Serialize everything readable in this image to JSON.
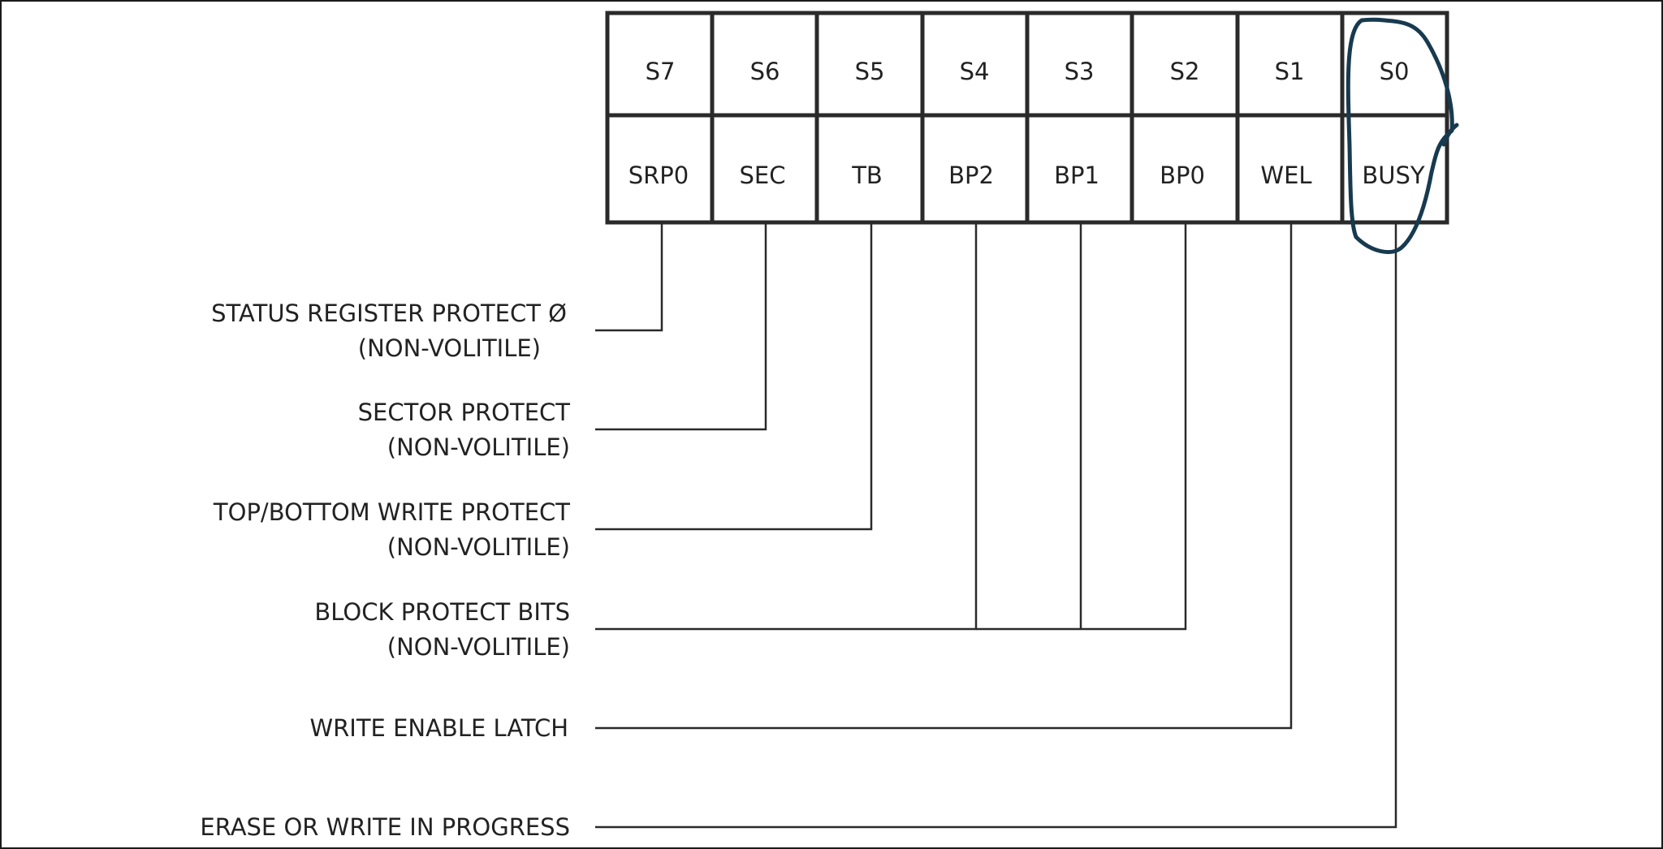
{
  "register": {
    "bit_names": [
      "S7",
      "S6",
      "S5",
      "S4",
      "S3",
      "S2",
      "S1",
      "S0"
    ],
    "field_names": [
      "SRP0",
      "SEC",
      "TB",
      "BP2",
      "BP1",
      "BP0",
      "WEL",
      "BUSY"
    ]
  },
  "descriptions": [
    {
      "line1": "STATUS REGISTER PROTECT Ø",
      "line2": "(NON-VOLITILE)",
      "bits": [
        "SRP0"
      ]
    },
    {
      "line1": "SECTOR PROTECT",
      "line2": "(NON-VOLITILE)",
      "bits": [
        "SEC"
      ]
    },
    {
      "line1": "TOP/BOTTOM WRITE PROTECT",
      "line2": "(NON-VOLITILE)",
      "bits": [
        "TB"
      ]
    },
    {
      "line1": "BLOCK PROTECT BITS",
      "line2": "(NON-VOLITILE)",
      "bits": [
        "BP2",
        "BP1",
        "BP0"
      ]
    },
    {
      "line1": "WRITE ENABLE LATCH",
      "line2": "",
      "bits": [
        "WEL"
      ]
    },
    {
      "line1": "ERASE OR WRITE IN PROGRESS",
      "line2": "",
      "bits": [
        "BUSY"
      ]
    }
  ],
  "annotation": {
    "highlighted_bit": "S0",
    "ink_color": "#173a4f"
  }
}
